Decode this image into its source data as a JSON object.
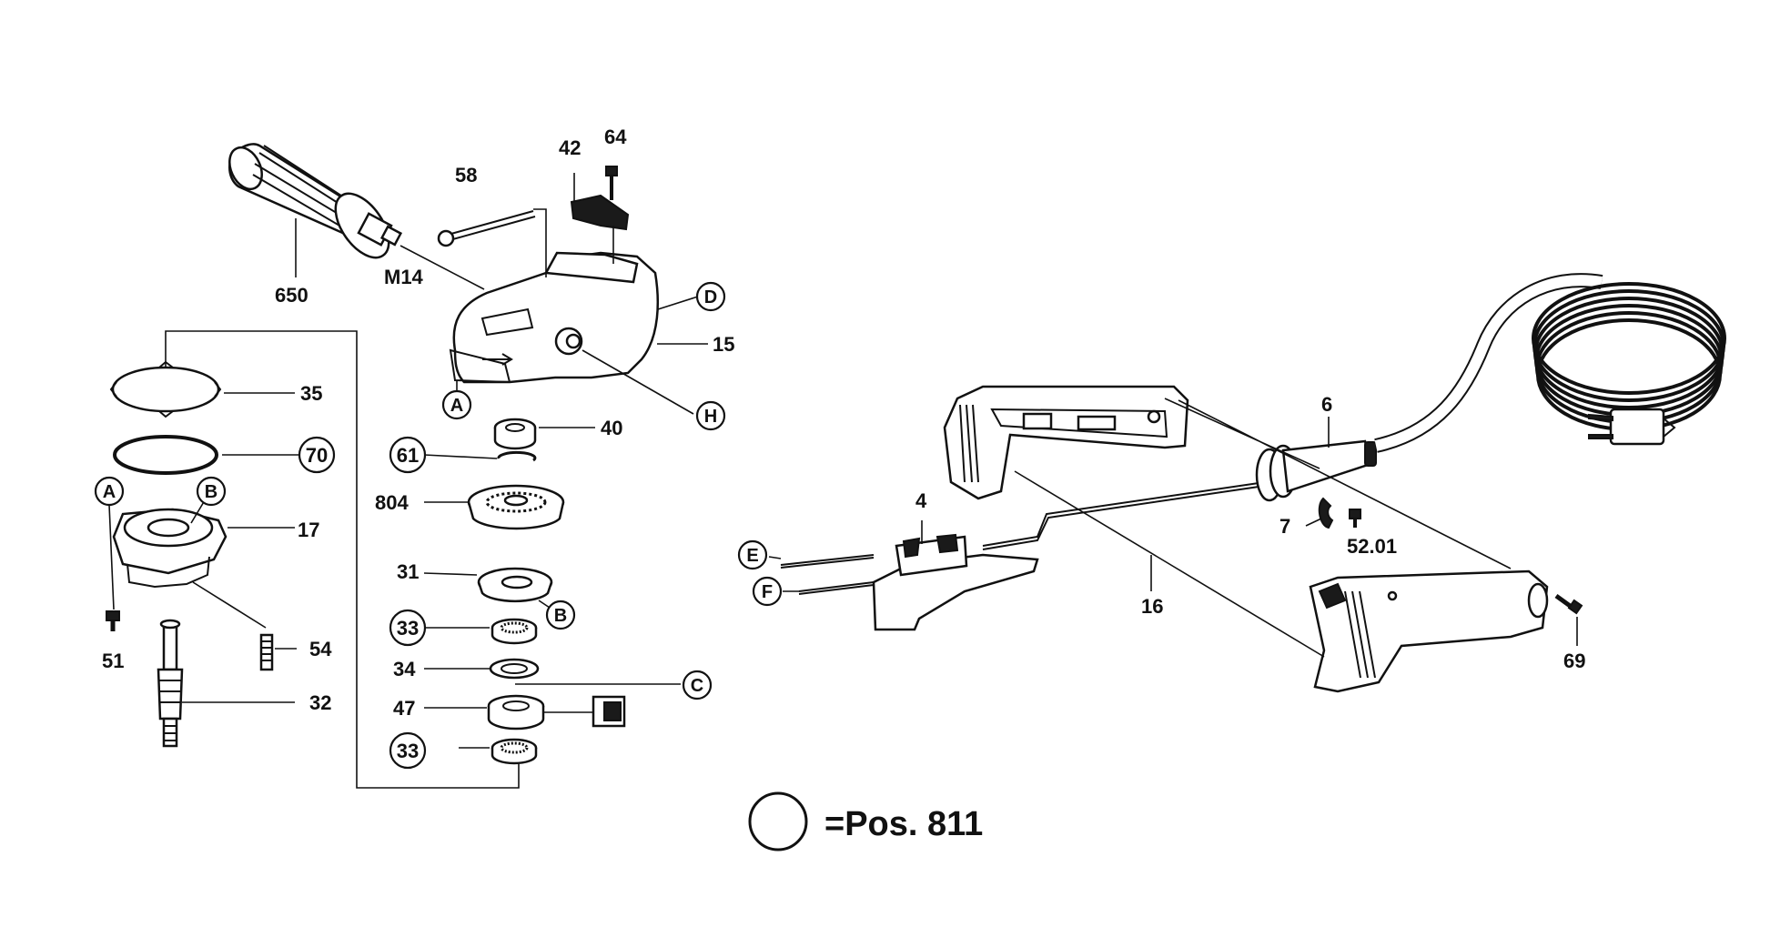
{
  "legend": {
    "text": "=Pos. 811"
  },
  "labels": {
    "p650": "650",
    "m14": "M14",
    "p58": "58",
    "p42": "42",
    "p64": "64",
    "p15": "15",
    "p35": "35",
    "p70": "70",
    "p17": "17",
    "p40": "40",
    "p61": "61",
    "p804": "804",
    "p31": "31",
    "p33a": "33",
    "p34": "34",
    "p47": "47",
    "p33b": "33",
    "p51": "51",
    "p54": "54",
    "p32": "32",
    "p4": "4",
    "p6": "6",
    "p7": "7",
    "p5201": "52.01",
    "p16": "16",
    "p69": "69"
  },
  "refs": {
    "A1": "A",
    "A2": "A",
    "B1": "B",
    "B2": "B",
    "C": "C",
    "D": "D",
    "H": "H",
    "E": "E",
    "F": "F"
  }
}
